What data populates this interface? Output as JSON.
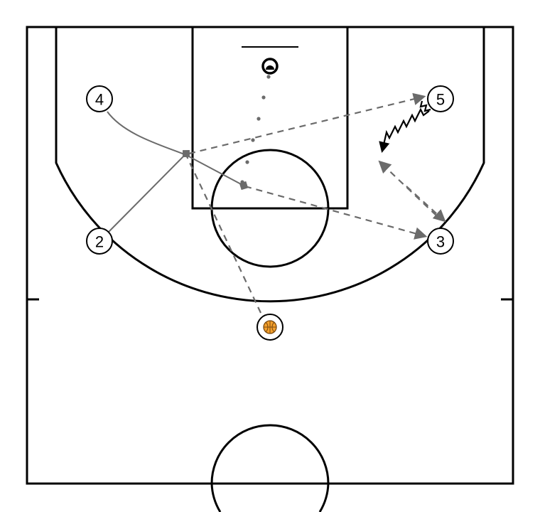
{
  "players": [
    {
      "id": "p4",
      "label": "4"
    },
    {
      "id": "p5",
      "label": "5"
    },
    {
      "id": "p2",
      "label": "2"
    },
    {
      "id": "p3",
      "label": "3"
    }
  ],
  "colors": {
    "court_line": "#000000",
    "action_line": "#6b6b6b",
    "ball": "#f4a02c"
  },
  "icons": {
    "ball": "basketball-icon",
    "rim": "rim-icon"
  }
}
